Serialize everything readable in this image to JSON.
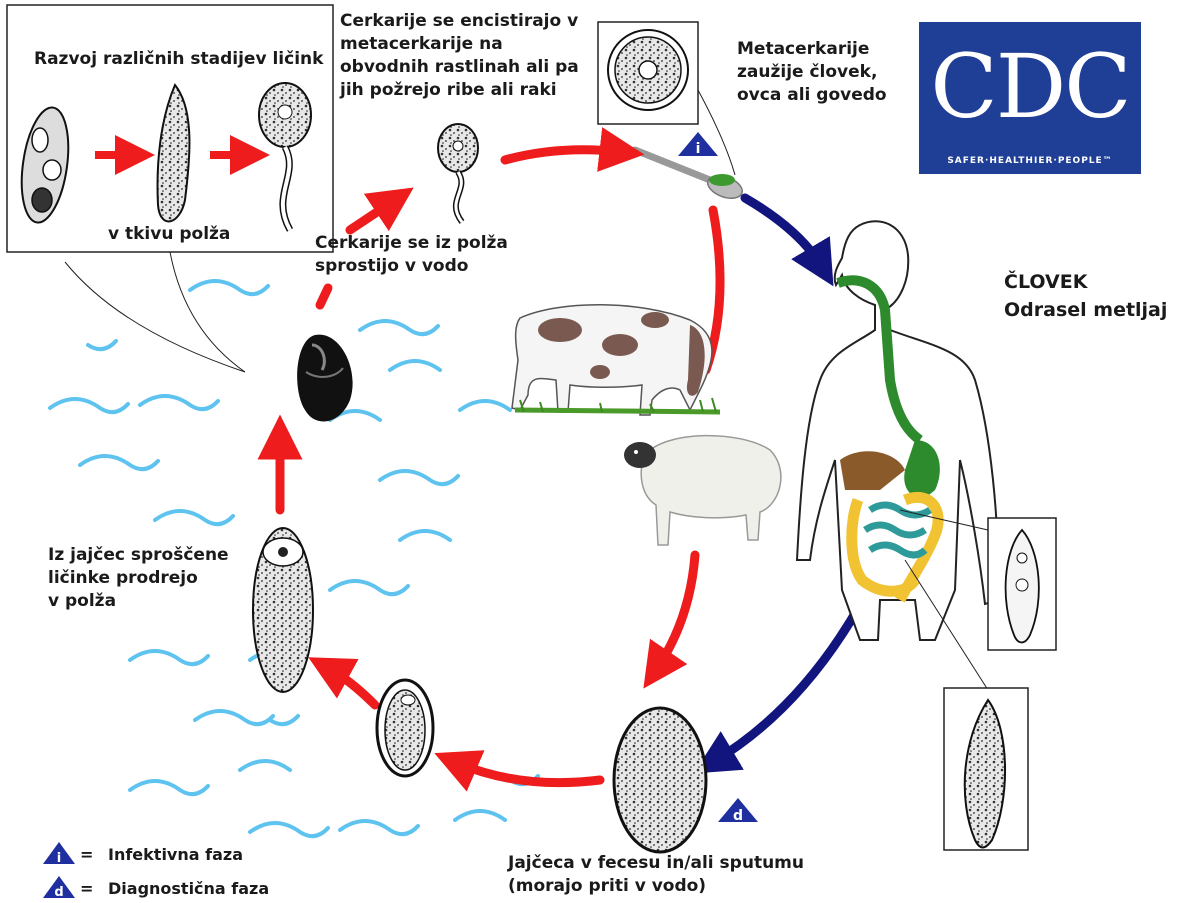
{
  "logo": {
    "text": "CDC",
    "tagline": "SAFER·HEALTHIER·PEOPLE™",
    "color": "#1f3f97"
  },
  "labels": {
    "snail_stages_title": "Razvoj različnih stadijev ličink",
    "snail_tissue": "v tkivu polža",
    "encyst": [
      "Cerkarije se encistirajo v",
      "metacerkarije na",
      "obvodnih rastlinah ali pa",
      "jih požrejo ribe ali raki"
    ],
    "ingest": [
      "Metacerkarije",
      "zaužije človek,",
      "ovca ali govedo"
    ],
    "release": [
      "Cerkarije se iz polža",
      "sprostijo v vodo"
    ],
    "human": [
      "ČLOVEK",
      "Odrasel metljaj"
    ],
    "miracidia": [
      "Iz jajčec sproščene",
      "ličinke prodrejo",
      "v polža"
    ],
    "eggs": [
      "Jajčeca v fecesu in/ali sputumu",
      "(morajo priti v vodo)"
    ]
  },
  "legend": {
    "infective_symbol": "i",
    "infective_label": "Infektivna faza",
    "diagnostic_symbol": "d",
    "diagnostic_label": "Diagnostična faza",
    "equals": "="
  },
  "colors": {
    "red_arrow": "#ee1c1c",
    "blue_arrow": "#13157f",
    "water": "#5ec3ef",
    "symbol": "#1f2fa0",
    "gut_green": "#2d8a2d",
    "gut_yellow": "#f1c232",
    "gut_teal": "#2f9a9a",
    "liver": "#8a5a2b"
  },
  "icons": [
    "snail-icon",
    "cercaria-icon",
    "metacercaria-icon",
    "cow-icon",
    "sheep-icon",
    "human-body-icon",
    "egg-icon",
    "miracidium-icon",
    "adult-fluke-icon",
    "spoon-icon"
  ]
}
